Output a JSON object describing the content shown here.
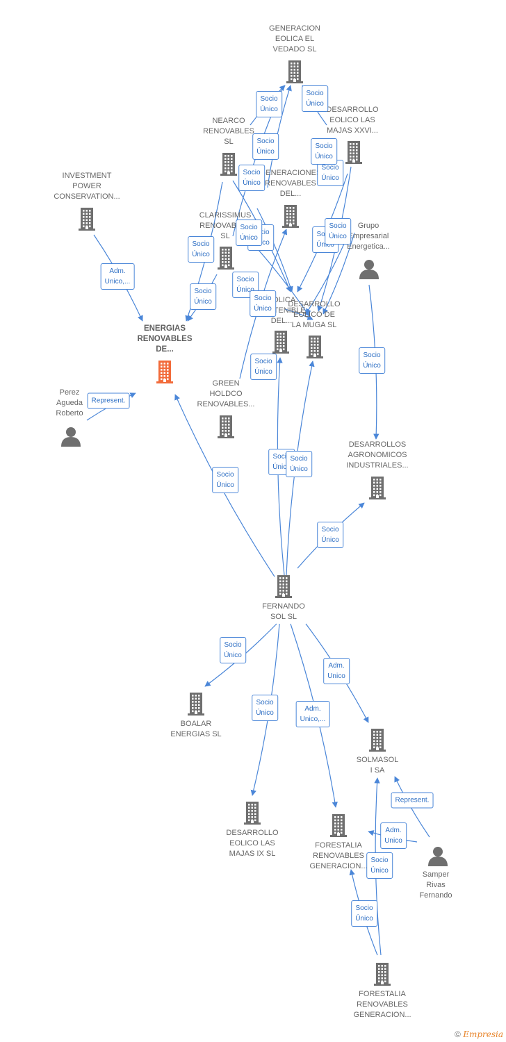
{
  "nodes": [
    {
      "id": "eolica_vedado",
      "label": "GENERACION\nEOLICA EL\nVEDADO SL",
      "kind": "company"
    },
    {
      "id": "majas_xxvi",
      "label": "DESARROLLO\nEOLICO LAS\nMAJAS XXVI...",
      "kind": "company"
    },
    {
      "id": "nearco",
      "label": "NEARCO\nRENOVABLES\nSL",
      "kind": "company"
    },
    {
      "id": "investment_power",
      "label": "INVESTMENT\nPOWER\nCONSERVATION...",
      "kind": "company"
    },
    {
      "id": "gen_renovables_del",
      "label": "GENERACIONES\nRENOVABLES\nDEL...",
      "kind": "company"
    },
    {
      "id": "clarissimus",
      "label": "CLARISSIMUS\nRENOVABLES\nSL",
      "kind": "company"
    },
    {
      "id": "grupo_empresarial",
      "label": "Grupo\nEmpresarial\nEnergetica...",
      "kind": "person"
    },
    {
      "id": "energias_renovables",
      "label": "ENERGIAS\nRENOVABLES\nDE...",
      "kind": "focus"
    },
    {
      "id": "eolica_sostenible",
      "label": "EOLICA\nSOSTENIBLE\nDEL...",
      "kind": "company"
    },
    {
      "id": "eolico_muga",
      "label": "DESARROLLO\nEOLICO DE\nLA MUGA SL",
      "kind": "company"
    },
    {
      "id": "perez",
      "label": "Perez\nAgueda\nRoberto",
      "kind": "person"
    },
    {
      "id": "green_holdco",
      "label": "GREEN\nHOLDCO\nRENOVABLES...",
      "kind": "company"
    },
    {
      "id": "agronomicos",
      "label": "DESARROLLOS\nAGRONOMICOS\nINDUSTRIALES...",
      "kind": "company"
    },
    {
      "id": "fernando_sol",
      "label": "FERNANDO\nSOL SL",
      "kind": "company"
    },
    {
      "id": "boalar",
      "label": "BOALAR\nENERGIAS SL",
      "kind": "company"
    },
    {
      "id": "solmasol",
      "label": "SOLMASOL\nI SA",
      "kind": "company"
    },
    {
      "id": "majas_ix",
      "label": "DESARROLLO\nEOLICO LAS\nMAJAS IX SL",
      "kind": "company"
    },
    {
      "id": "forestalia_a",
      "label": "FORESTALIA\nRENOVABLES\nGENERACION...",
      "kind": "company"
    },
    {
      "id": "samper",
      "label": "Samper\nRivas\nFernando",
      "kind": "person"
    },
    {
      "id": "forestalia_b",
      "label": "FORESTALIA\nRENOVABLES\nGENERACION...",
      "kind": "company"
    }
  ],
  "edges": [
    {
      "from": "nearco",
      "to": "eolica_vedado",
      "label": "Socio\nÚnico"
    },
    {
      "from": "majas_xxvi",
      "to": "eolica_vedado",
      "label": "Socio\nÚnico"
    },
    {
      "from": "nearco",
      "to": "eolica_sostenible",
      "label": "Socio\nÚnico"
    },
    {
      "from": "gen_renovables_del",
      "to": "eolica_vedado",
      "label": "Socio\nÚnico"
    },
    {
      "from": "majas_xxvi",
      "to": "eolico_muga",
      "label": "Socio\nÚnico"
    },
    {
      "from": "investment_power",
      "to": "energias_renovables",
      "label": "Adm.\nUnico,..."
    },
    {
      "from": "nearco",
      "to": "energias_renovables",
      "label": "Socio\nÚnico"
    },
    {
      "from": "clarissimus",
      "to": "energias_renovables",
      "label": "Socio\nÚnico"
    },
    {
      "from": "clarissimus",
      "to": "eolica_vedado",
      "label": "Socio\nÚnico"
    },
    {
      "from": "gen_renovables_del",
      "to": "eolica_sostenible",
      "label": "Socio\nÚnico"
    },
    {
      "from": "majas_xxvi",
      "to": "gen_renovables_del",
      "label": "Socio\nÚnico"
    },
    {
      "from": "grupo_empresarial",
      "to": "eolico_muga",
      "label": "Socio\nÚnico"
    },
    {
      "from": "grupo_empresarial",
      "to": "eolica_sostenible",
      "label": "Socio\nÚnico"
    },
    {
      "from": "green_holdco",
      "to": "gen_renovables_del",
      "label": "Socio\nÚnico"
    },
    {
      "from": "eolica_sostenible",
      "to": "eolico_muga",
      "label": "Socio\nÚnico"
    },
    {
      "from": "clarissimus",
      "to": "eolico_muga",
      "label": "Socio\nÚnico"
    },
    {
      "from": "grupo_empresarial",
      "to": "agronomicos",
      "label": "Socio\nÚnico"
    },
    {
      "from": "perez",
      "to": "energias_renovables",
      "label": "Represent."
    },
    {
      "from": "fernando_sol",
      "to": "energias_renovables",
      "label": "Socio\nÚnico"
    },
    {
      "from": "fernando_sol",
      "to": "eolica_sostenible",
      "label": "Socio\nÚnico"
    },
    {
      "from": "fernando_sol",
      "to": "eolico_muga",
      "label": "Socio\nÚnico"
    },
    {
      "from": "fernando_sol",
      "to": "agronomicos",
      "label": "Socio\nÚnico"
    },
    {
      "from": "fernando_sol",
      "to": "boalar",
      "label": "Socio\nÚnico"
    },
    {
      "from": "fernando_sol",
      "to": "majas_ix",
      "label": "Socio\nÚnico"
    },
    {
      "from": "fernando_sol",
      "to": "forestalia_a",
      "label": "Adm.\nUnico,..."
    },
    {
      "from": "fernando_sol",
      "to": "solmasol",
      "label": "Adm.\nUnico"
    },
    {
      "from": "samper",
      "to": "solmasol",
      "label": "Represent."
    },
    {
      "from": "samper",
      "to": "forestalia_a",
      "label": "Adm.\nUnico"
    },
    {
      "from": "forestalia_b",
      "to": "solmasol",
      "label": "Socio\nÚnico"
    },
    {
      "from": "forestalia_b",
      "to": "forestalia_a",
      "label": "Socio\nÚnico"
    }
  ],
  "footer": {
    "copyright": "©",
    "brand": "Empresia"
  },
  "colors": {
    "edge": "#4a86d8",
    "icon": "#6f6f6f",
    "focus_icon": "#f26b3a",
    "badge_text": "#2e6fc4"
  }
}
